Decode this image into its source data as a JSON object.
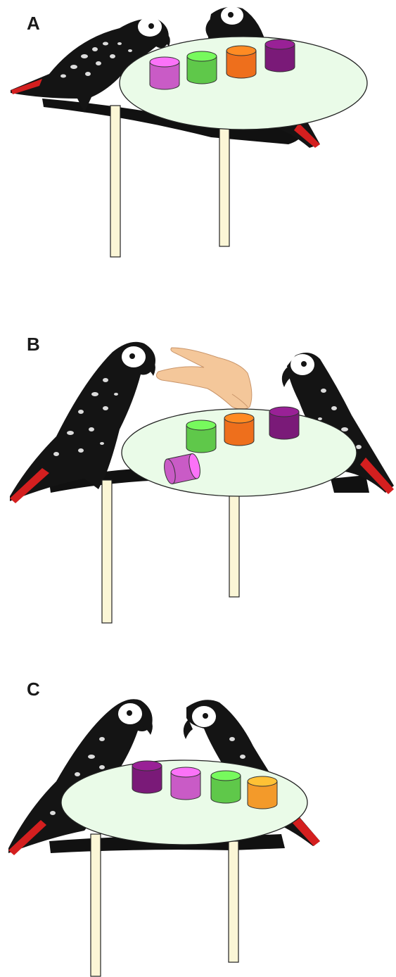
{
  "panels": [
    {
      "label": "A",
      "cups": [
        {
          "color": "#c95bc6",
          "state": "upright"
        },
        {
          "color": "#5fc84a",
          "state": "upright"
        },
        {
          "color": "#ee6f1c",
          "state": "upright"
        },
        {
          "color": "#7a1a78",
          "state": "upright"
        }
      ]
    },
    {
      "label": "B",
      "cups": [
        {
          "color": "#c95bc6",
          "state": "tipped"
        },
        {
          "color": "#5fc84a",
          "state": "upright"
        },
        {
          "color": "#ee6f1c",
          "state": "upright"
        },
        {
          "color": "#7a1a78",
          "state": "upright"
        }
      ]
    },
    {
      "label": "C",
      "cups": [
        {
          "color": "#7a1a78",
          "state": "upright"
        },
        {
          "color": "#c95bc6",
          "state": "upright"
        },
        {
          "color": "#5fc84a",
          "state": "upright"
        },
        {
          "color": "#f39a2a",
          "state": "upright"
        }
      ]
    }
  ],
  "colors": {
    "table_top": "#eafbe8",
    "table_leg": "#fbf6d6",
    "parrot_body": "#141414",
    "parrot_tail": "#d41f1f",
    "hand": "#f4c79a"
  }
}
